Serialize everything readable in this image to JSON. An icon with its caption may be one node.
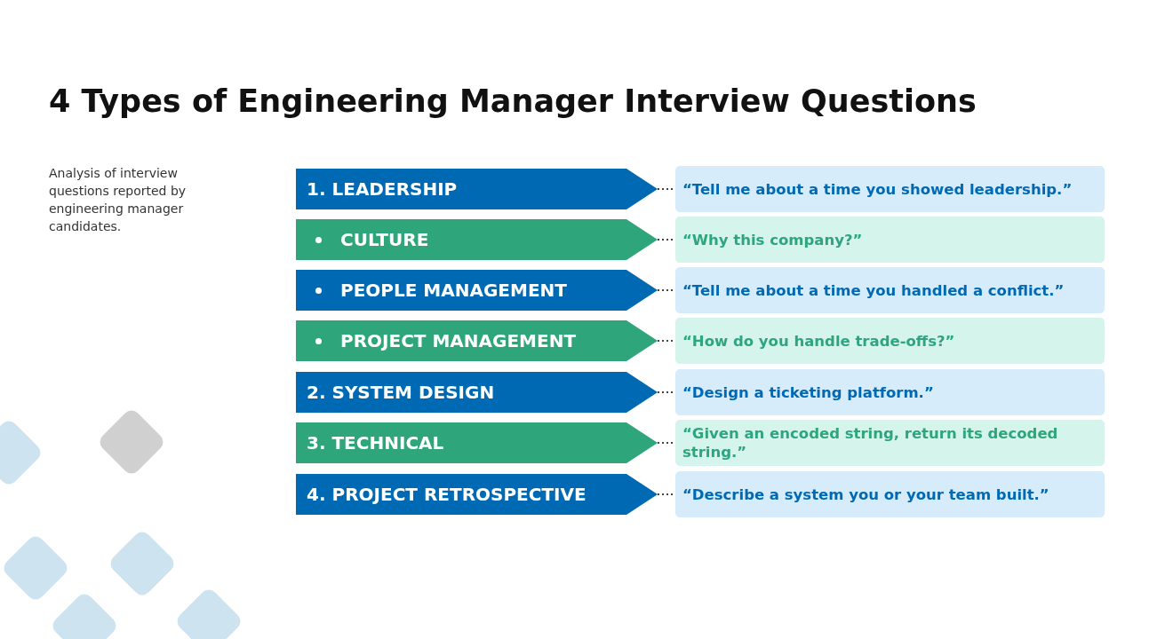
{
  "diagram": {
    "title": "4 Types of Engineering Manager Interview Questions",
    "nodes": [
      {
        "text": [
          "1. LEADERSHIP"
        ]
      },
      {
        "text": [
          "CULTURE"
        ]
      },
      {
        "text": [
          "PEOPLE MANAGEMENT"
        ]
      },
      {
        "text": [
          "PROJECT MANAGEMENT"
        ]
      },
      {
        "text": [
          "2. SYSTEM DESIGN"
        ]
      },
      {
        "text": [
          "3. TECHNICAL"
        ]
      },
      {
        "text": [
          "4. PROJECT RETROSPECTIVE"
        ]
      },
      {
        "text": [
          "“Tell me about a time you showed leadership.”"
        ]
      },
      {
        "text": [
          "“Why this company?”"
        ]
      },
      {
        "text": [
          "“Tell me about a time you handled a conflict.”"
        ]
      },
      {
        "text": [
          "“How do you handle trade-offs?”"
        ]
      },
      {
        "text": [
          "“Design a ticketing platform.”"
        ]
      },
      {
        "text": [
          "“Given an encoded string, return its decoded string.”"
        ]
      },
      {
        "text": [
          "“Describe a system you or your team built.”"
        ]
      }
    ],
    "edges": [
      {
        "from": 0,
        "to": 7,
        "arrow": "none",
        "style": "dashed"
      },
      {
        "from": 1,
        "to": 8,
        "arrow": "none",
        "style": "dashed"
      },
      {
        "from": 2,
        "to": 9,
        "arrow": "none",
        "style": "dashed"
      },
      {
        "from": 3,
        "to": 10,
        "arrow": "none",
        "style": "dashed"
      },
      {
        "from": 4,
        "to": 11,
        "arrow": "none",
        "style": "dashed"
      },
      {
        "from": 5,
        "to": 12,
        "arrow": "none",
        "style": "dashed"
      },
      {
        "from": 6,
        "to": 13,
        "arrow": "none",
        "style": "dashed"
      }
    ],
    "labels": [
      "Analysis of interview questions reported by engineering manager candidates."
    ]
  }
}
